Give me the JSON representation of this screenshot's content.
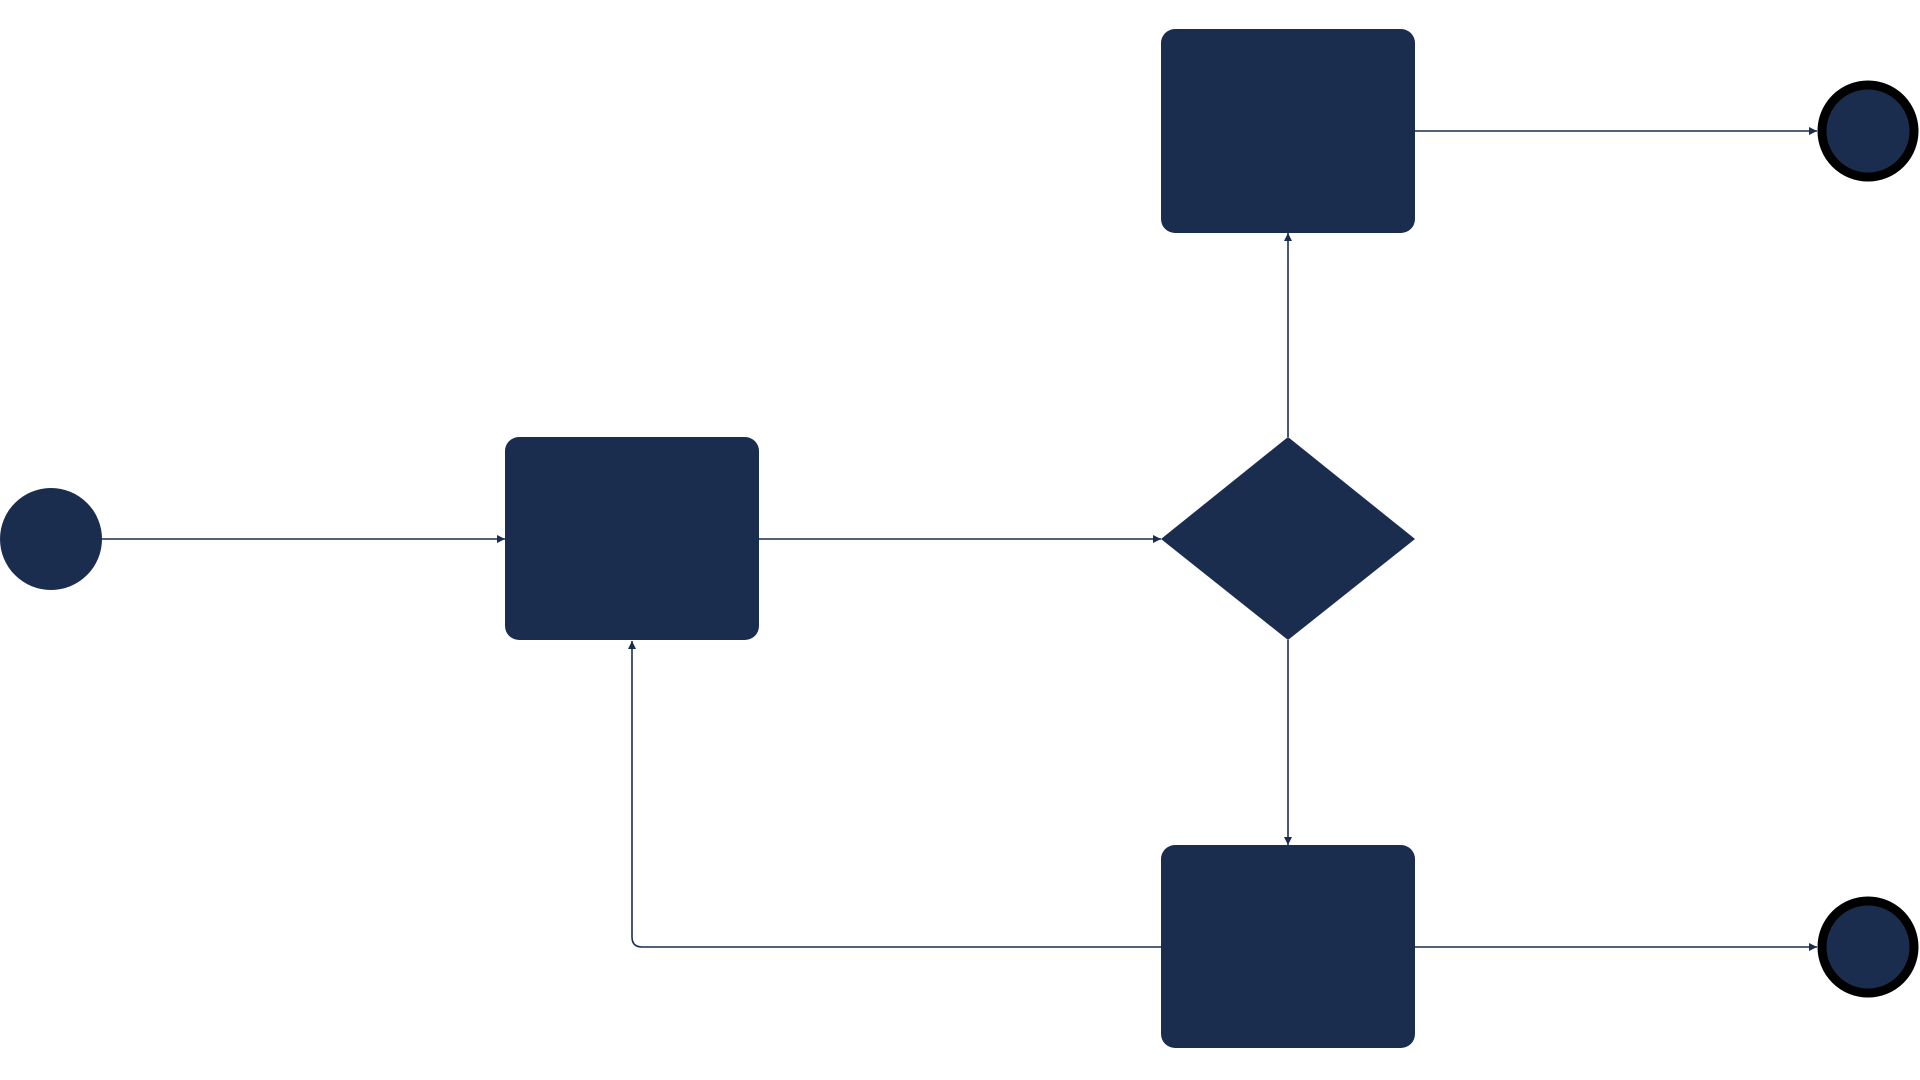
{
  "colors": {
    "background": "#ffffff",
    "node_fill": "#1b2d4f",
    "edge_stroke": "#1b2d4f",
    "end_border": "#000000"
  },
  "diagram": {
    "type": "flowchart",
    "nodes": [
      {
        "id": "start",
        "shape": "circle",
        "label": ""
      },
      {
        "id": "process-1",
        "shape": "rounded-rect",
        "label": ""
      },
      {
        "id": "decision",
        "shape": "diamond",
        "label": ""
      },
      {
        "id": "process-top",
        "shape": "rounded-rect",
        "label": ""
      },
      {
        "id": "process-bottom",
        "shape": "rounded-rect",
        "label": ""
      },
      {
        "id": "end-top",
        "shape": "end-circle",
        "label": ""
      },
      {
        "id": "end-bottom",
        "shape": "end-circle",
        "label": ""
      }
    ],
    "edges": [
      {
        "from": "start",
        "to": "process-1"
      },
      {
        "from": "process-1",
        "to": "decision"
      },
      {
        "from": "decision",
        "to": "process-top"
      },
      {
        "from": "decision",
        "to": "process-bottom"
      },
      {
        "from": "process-top",
        "to": "end-top"
      },
      {
        "from": "process-bottom",
        "to": "end-bottom"
      },
      {
        "from": "process-bottom",
        "to": "process-1"
      }
    ]
  }
}
